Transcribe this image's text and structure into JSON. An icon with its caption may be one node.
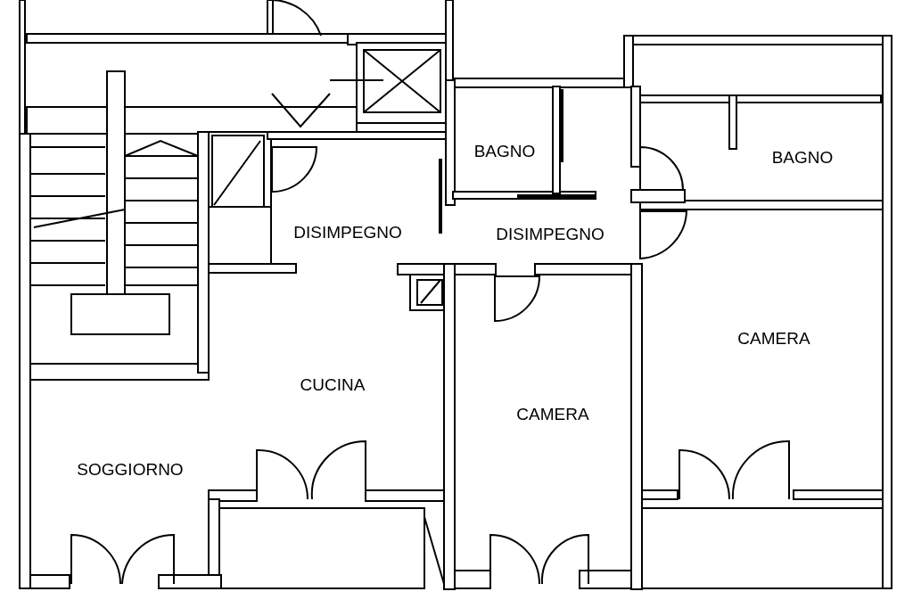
{
  "diagram": {
    "labels": [
      "BAGNO",
      "BAGNO",
      "DISIMPEGNO",
      "DISIMPEGNO",
      "CAMERA",
      "CUCINA",
      "CAMERA",
      "SOGGIORNO"
    ]
  }
}
